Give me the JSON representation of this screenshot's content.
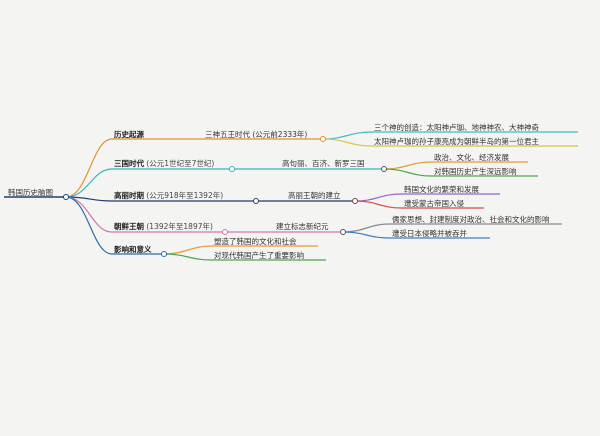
{
  "root": {
    "label": "韩国历史脑图"
  },
  "branches": [
    {
      "title": "历史起源",
      "color": "#e0922f",
      "mid": "三神五王时代 (公元前2333年)",
      "leaves": [
        "三个神的创造：太阳神卢珈、地神神农、大神神奇",
        "太阳神卢珈的孙子康亮成为朝鲜半岛的第一位君主"
      ],
      "leaf_colors": [
        "#3fbcc4",
        "#d9c246"
      ]
    },
    {
      "title": "三国时代",
      "sub": " (公元1世纪至7世纪)",
      "color": "#37b3c3",
      "mid": "高句丽、百济、新罗三国",
      "leaves": [
        "政治、文化、经济发展",
        "对韩国历史产生深远影响"
      ],
      "leaf_colors": [
        "#e89a34",
        "#4aa64a"
      ]
    },
    {
      "title": "高丽时期",
      "sub": " (公元918年至1392年)",
      "color": "#1f3f6e",
      "mid": "高丽王朝的建立",
      "leaves": [
        "韩国文化的繁荣和发展",
        "遭受蒙古帝国入侵"
      ],
      "leaf_colors": [
        "#9c62c4",
        "#d64a4a"
      ]
    },
    {
      "title": "朝鲜王朝",
      "sub": " (1392年至1897年)",
      "color": "#d874b4",
      "mid": "建立标志新纪元",
      "leaves": [
        "儒家思想、封建制度对政治、社会和文化的影响",
        "遭受日本侵略并被吞并"
      ],
      "leaf_colors": [
        "#8a8a8a",
        "#3a7fc4"
      ]
    },
    {
      "title": "影响和意义",
      "color": "#2c6da8",
      "leaves": [
        "塑造了韩国的文化和社会",
        "对现代韩国产生了重要影响"
      ],
      "leaf_colors": [
        "#e89a34",
        "#4aa64a"
      ]
    }
  ]
}
